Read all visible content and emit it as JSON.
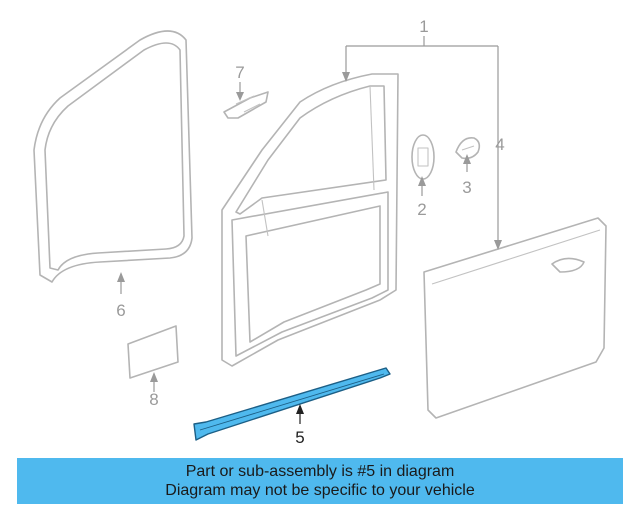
{
  "diagram": {
    "highlight_color": "#4fb9ee",
    "callouts": [
      "1",
      "2",
      "3",
      "4",
      "5",
      "6",
      "7",
      "8"
    ],
    "highlighted_callout": "5"
  },
  "banner": {
    "line1": "Part or sub-assembly is #5 in diagram",
    "line2": "Diagram may not be specific to your vehicle",
    "background": "#4fb9ee"
  }
}
